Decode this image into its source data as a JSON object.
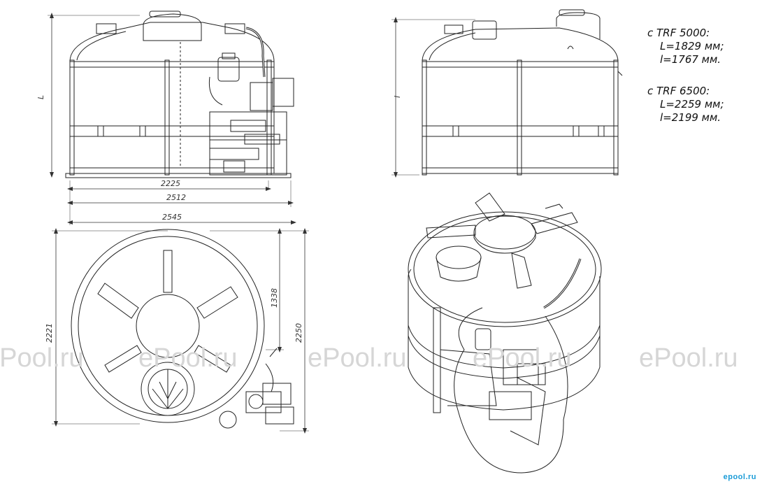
{
  "watermark": "ePool.ru",
  "brand_mark": "epool.ru",
  "dimensions": {
    "height_front": "L",
    "height_side": "l",
    "width_tank": "2225",
    "width_frame": "2512",
    "width_total": "2545",
    "top_depth_total": "2221",
    "top_depth_frame": "2250",
    "top_offset": "1338"
  },
  "specs": [
    {
      "model": "с TRF 5000:",
      "L": "L=1829 мм;",
      "l": "l=1767 мм."
    },
    {
      "model": "с TRF 6500:",
      "L": "L=2259 мм;",
      "l": "l=2199 мм."
    }
  ],
  "colors": {
    "line": "#222222",
    "watermark": "#d6d6d6",
    "brand": "#1a9bd7"
  }
}
